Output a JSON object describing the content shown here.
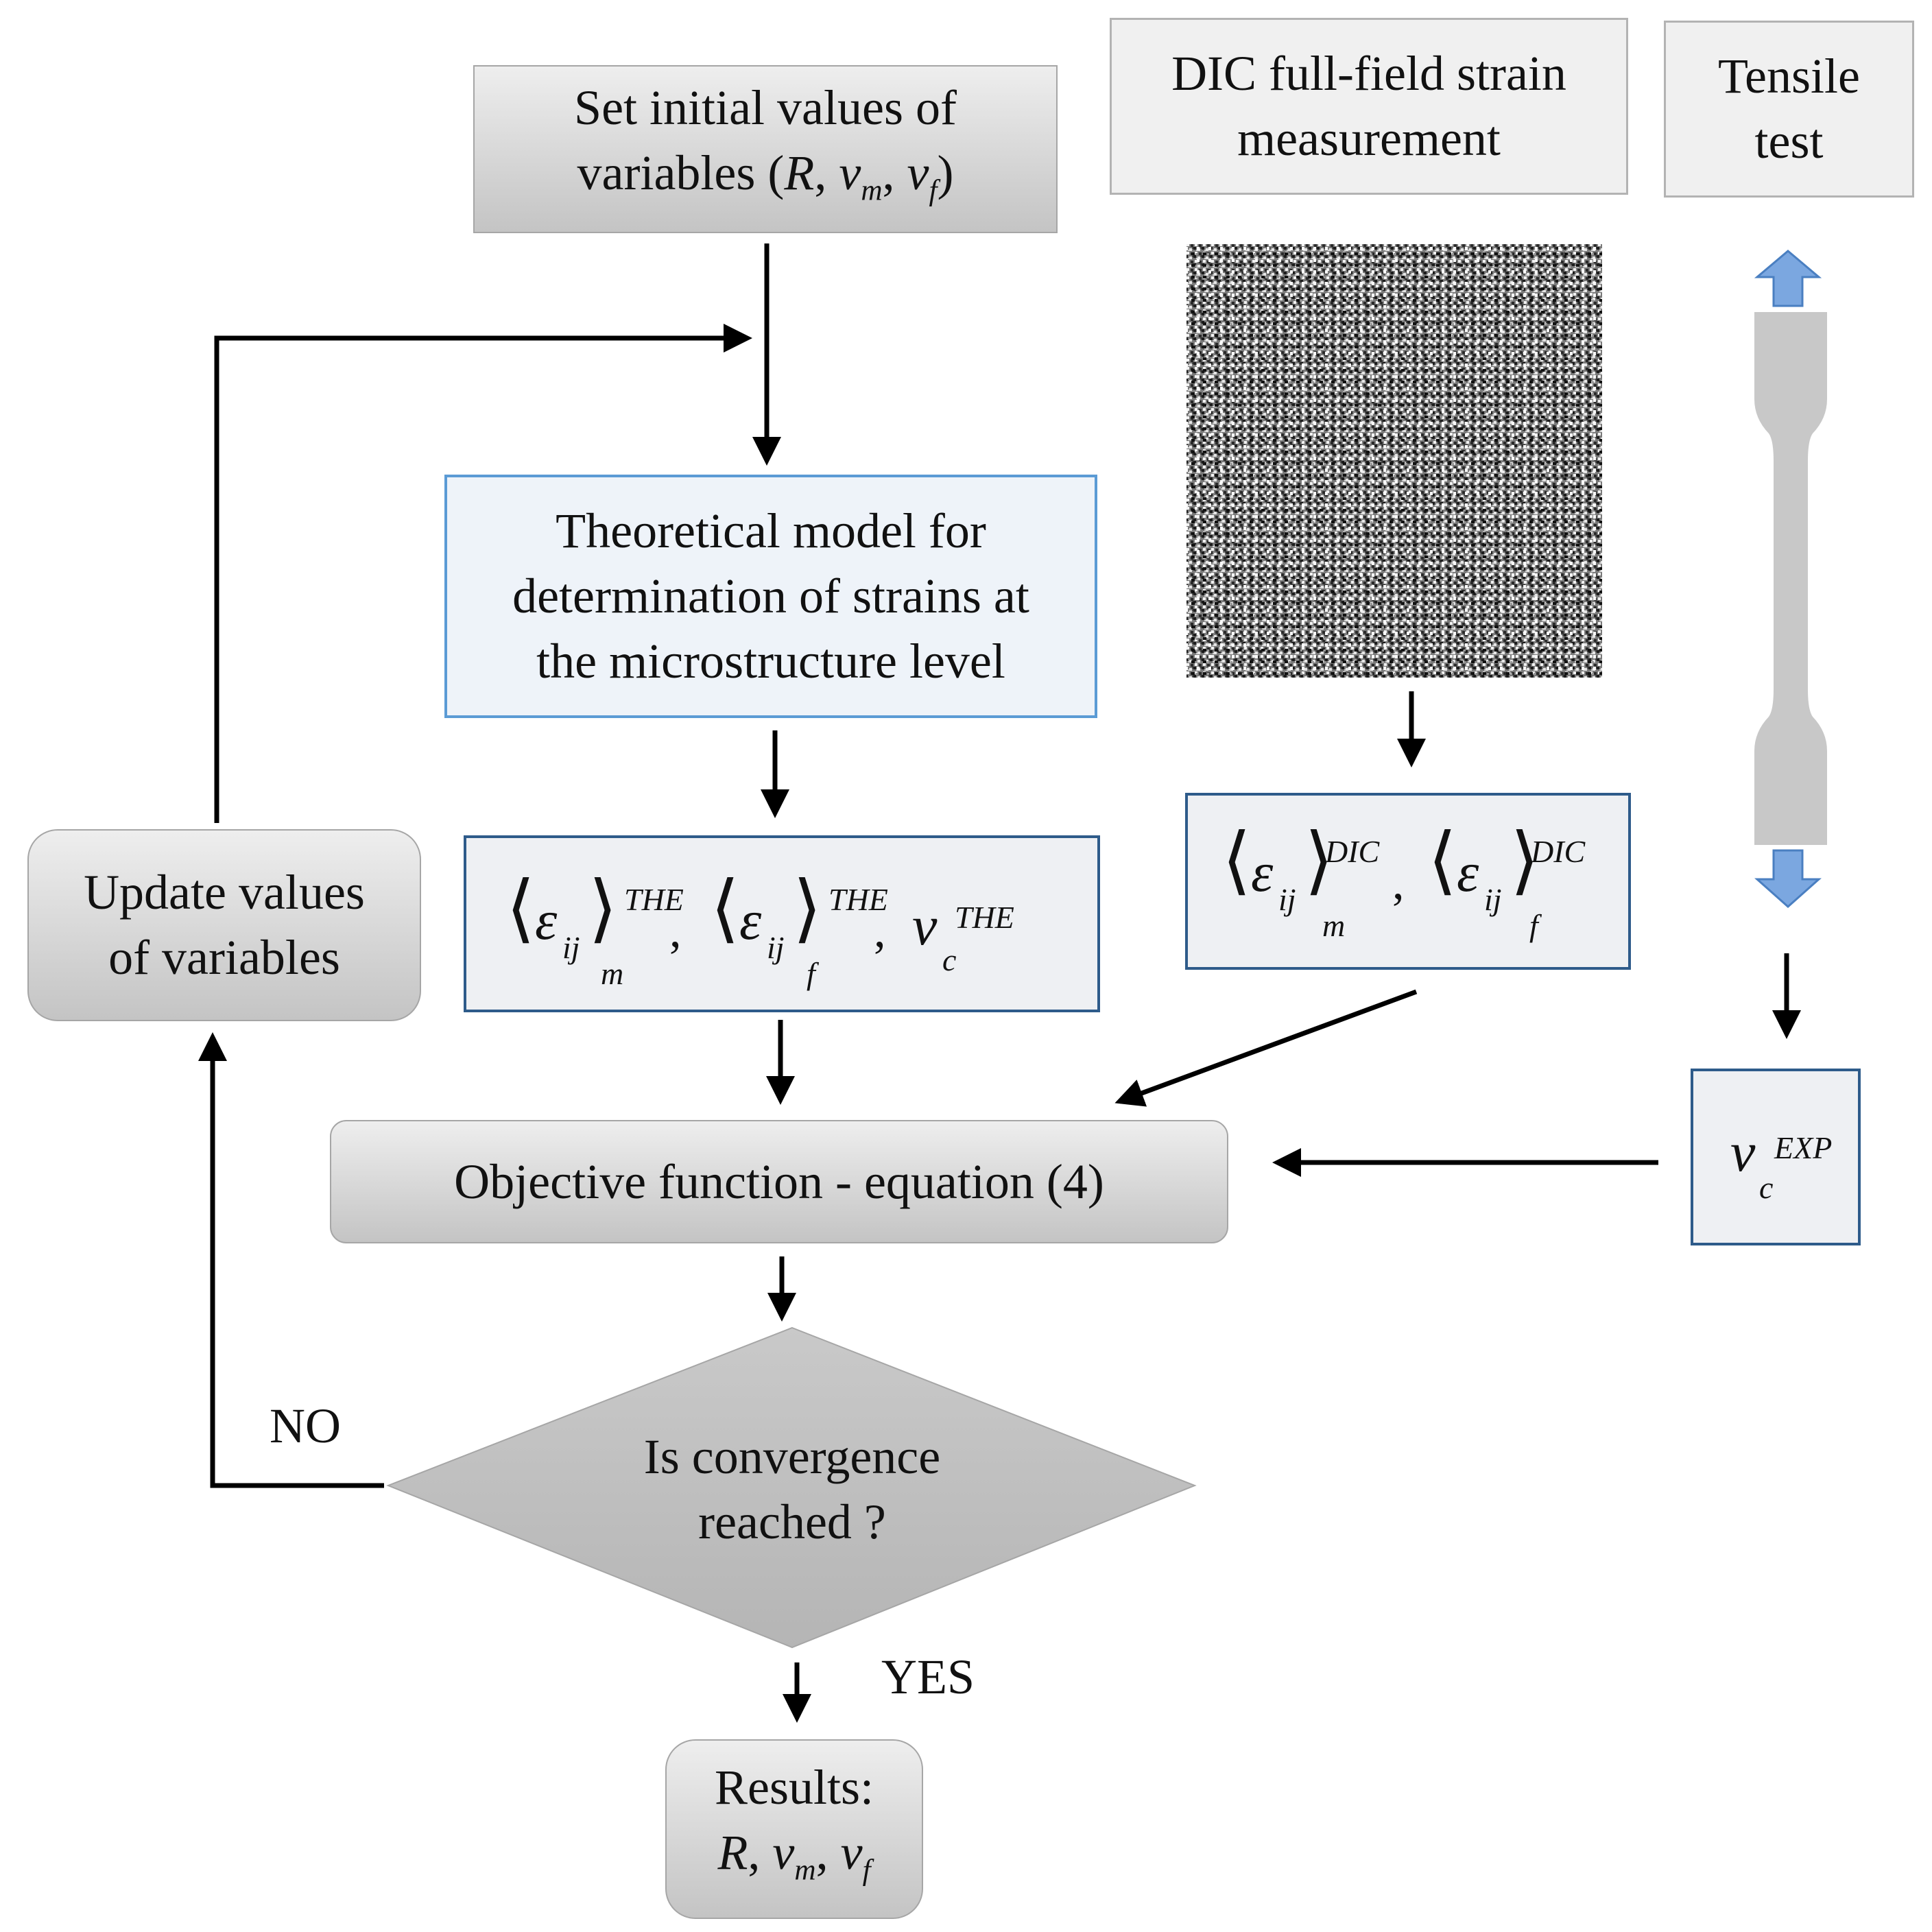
{
  "top_boxes": {
    "init_title": "Set initial values of",
    "init_vars": "variables (R, vm, vf)",
    "dic_measurement": [
      "DIC full-field strain",
      "measurement"
    ],
    "tensile_test": [
      "Tensile",
      "test"
    ]
  },
  "theory_box": [
    "Theoretical model for",
    "determination of strains at",
    "the microstructure level"
  ],
  "theory_outputs": {
    "symbol": "ε",
    "index": "ij",
    "sup": "THE",
    "sub_m": "m",
    "sub_f": "f",
    "nu": "ν",
    "nu_sub": "c"
  },
  "dic_outputs": {
    "symbol": "ε",
    "index": "ij",
    "sup": "DIC",
    "sub_m": "m",
    "sub_f": "f"
  },
  "exp_output": {
    "nu": "ν",
    "sub": "c",
    "sup": "EXP"
  },
  "update_box": [
    "Update values",
    "of variables"
  ],
  "objective_box": "Objective function - equation (4)",
  "decision": [
    "Is convergence",
    "reached ?"
  ],
  "branch_labels": {
    "no": "NO",
    "yes": "YES"
  },
  "results_box": {
    "title": "Results:",
    "vars": "R, vm, vf"
  },
  "colors": {
    "gray_top": "#eeeeee",
    "gray_bottom": "#c4c4c4",
    "box_blue_border": "#5b9bd5",
    "box_navy_border": "#2e5b8a",
    "arrow": "#000000",
    "tensile_arrow": "#5b9bd5",
    "specimen": "#c8c8c8"
  },
  "icons": [
    "speckle-pattern-image",
    "dogbone-specimen-icon",
    "tensile-arrow-up-icon",
    "tensile-arrow-down-icon"
  ]
}
